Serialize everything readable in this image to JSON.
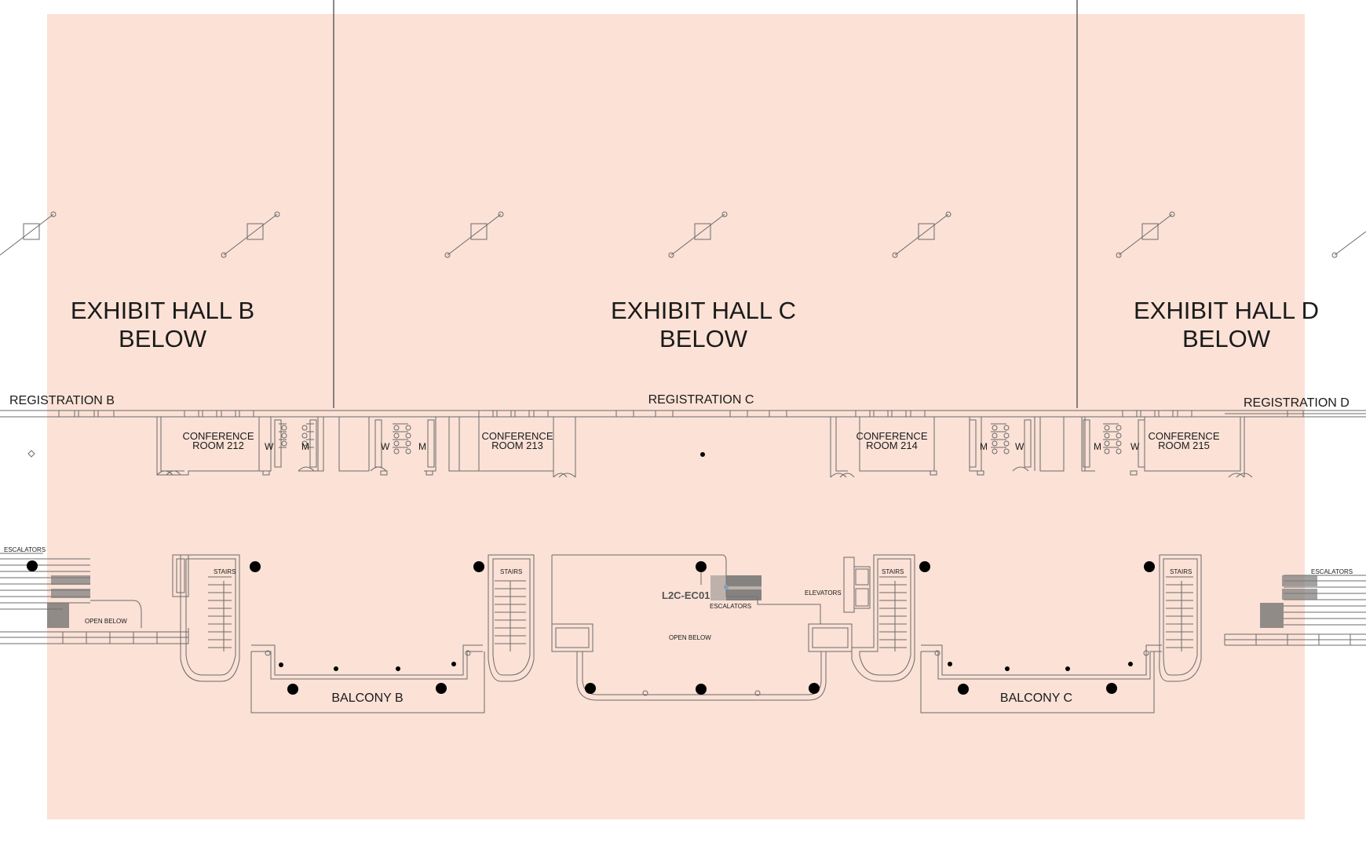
{
  "colors": {
    "highlight_area": "#fbe1d6",
    "line": "#6b6b6b",
    "text": "#1a1a1a",
    "column": "#000000"
  },
  "halls": {
    "b": {
      "line1": "EXHIBIT HALL B",
      "line2": "BELOW"
    },
    "c": {
      "line1": "EXHIBIT HALL C",
      "line2": "BELOW"
    },
    "d": {
      "line1": "EXHIBIT HALL D",
      "line2": "BELOW"
    }
  },
  "registration": {
    "b": "REGISTRATION B",
    "c": "REGISTRATION C",
    "d": "REGISTRATION D"
  },
  "conference_rooms": {
    "r212": {
      "line1": "CONFERENCE",
      "line2": "ROOM 212"
    },
    "r213": {
      "line1": "CONFERENCE",
      "line2": "ROOM 213"
    },
    "r214": {
      "line1": "CONFERENCE",
      "line2": "ROOM 214"
    },
    "r215": {
      "line1": "CONFERENCE",
      "line2": "ROOM 215"
    }
  },
  "restrooms": {
    "women": "W",
    "men": "M"
  },
  "features": {
    "stairs": "STAIRS",
    "escalators": "ESCALATORS",
    "elevators": "ELEVATORS",
    "open_below": "OPEN BELOW",
    "escalator_code": "L2C-EC01"
  },
  "balconies": {
    "b": "BALCONY B",
    "c": "BALCONY C"
  }
}
